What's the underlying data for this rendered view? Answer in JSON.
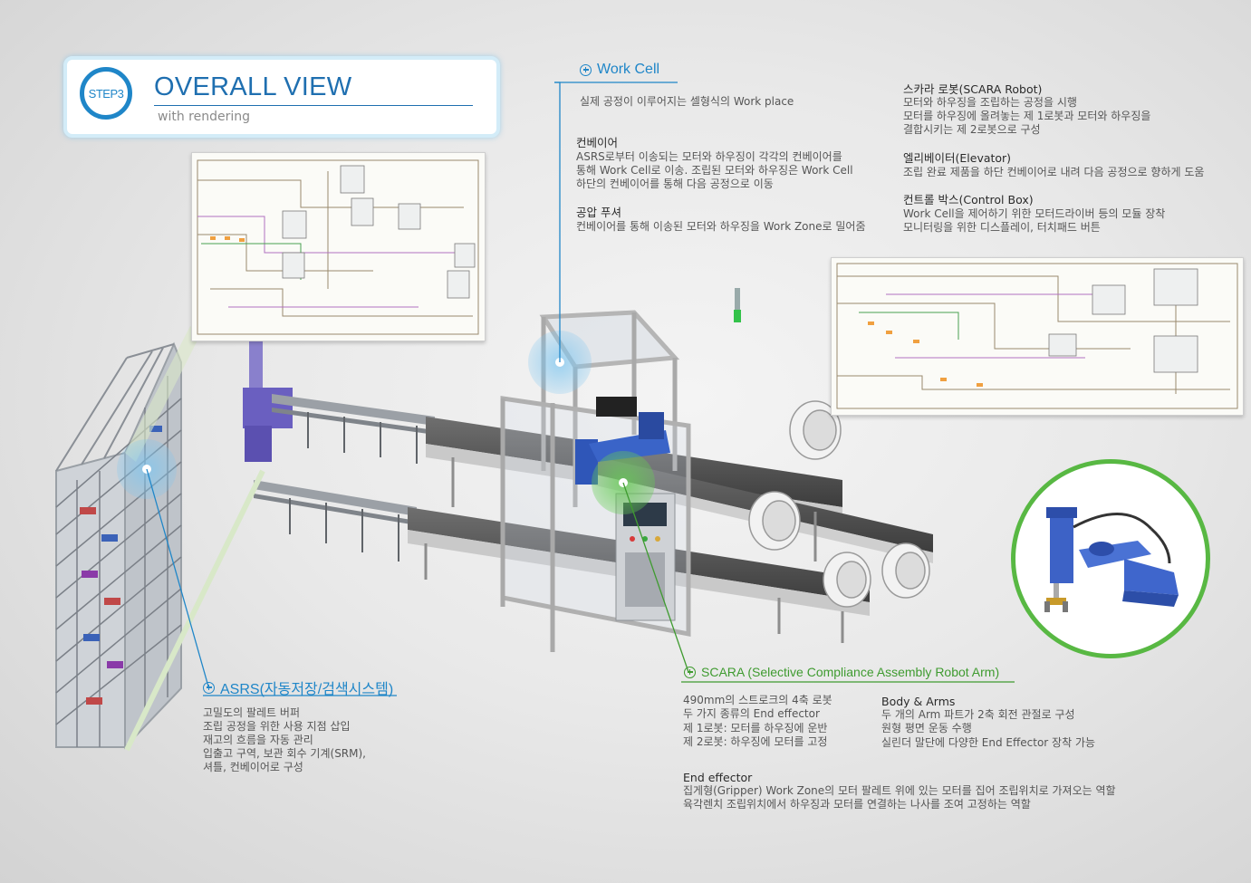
{
  "banner": {
    "step": "STEP3",
    "title": "OVERALL VIEW",
    "subtitle": "with rendering"
  },
  "work_cell": {
    "title": "Work Cell",
    "description": "실제 공정이 이루어지는 셀형식의 Work place",
    "items": [
      {
        "head": "컨베이어",
        "lines": [
          "ASRS로부터 이송되는 모터와 하우징이 각각의 컨베이어를",
          "통해 Work Cell로 이송. 조립된 모터와 하우징은 Work Cell",
          "하단의 컨베이어를 통해 다음 공정으로 이동"
        ]
      },
      {
        "head": "공압 푸셔",
        "lines": [
          "컨베이어를 통해 이송된 모터와 하우징을 Work Zone로 밀어줌"
        ]
      }
    ]
  },
  "right_notes": [
    {
      "head": "스카라 로봇(SCARA Robot)",
      "lines": [
        "모터와 하우징을 조립하는 공정을 시행",
        "모터를 하우징에 올려놓는 제 1로봇과 모터와 하우징을",
        "결합시키는 제 2로봇으로 구성"
      ]
    },
    {
      "head": "엘리베이터(Elevator)",
      "lines": [
        "조립 완료 제품을 하단 컨베이어로 내려 다음 공정으로 향하게 도움"
      ]
    },
    {
      "head": "컨트롤 박스(Control Box)",
      "lines": [
        "Work Cell을 제어하기 위한 모터드라이버 등의 모듈 장착",
        "모니터링을 위한 디스플레이, 터치패드 버튼"
      ]
    }
  ],
  "asrs": {
    "title": "ASRS(자동저장/검색시스템)",
    "lines": [
      "고밀도의 팔레트 버퍼",
      "조립 공정을 위한 사용 지점 삽입",
      "재고의 흐름을 자동 관리",
      "입출고 구역, 보관 회수 기계(SRM),",
      "셔틀, 컨베이어로 구성"
    ]
  },
  "scara": {
    "title": "SCARA (Selective Compliance Assembly Robot Arm)",
    "left_lines": [
      "490mm의 스트로크의 4축 로봇",
      "두 가지 종류의 End effector",
      "제 1로봇: 모터를 하우징에 운반",
      "제 2로봇: 하우징에 모터를 고정"
    ],
    "body_head": "Body & Arms",
    "body_lines": [
      "두 개의 Arm 파트가 2축 회전 관절로 구성",
      "원형 평면 운동 수행",
      "실린더 말단에 다양한 End Effector 장착 가능"
    ],
    "end_head": "End effector",
    "end_lines": [
      "집게형(Gripper) Work Zone의 모터 팔레트 위에 있는 모터를 집어 조립위치로 가져오는 역할",
      "육각렌치 조립위치에서 하우징과 모터를 연결하는 나사를 조여 고정하는 역할"
    ]
  },
  "colors": {
    "accent_blue": "#1f86c8",
    "accent_green": "#58b843",
    "title_blue": "#1f6fb0"
  }
}
